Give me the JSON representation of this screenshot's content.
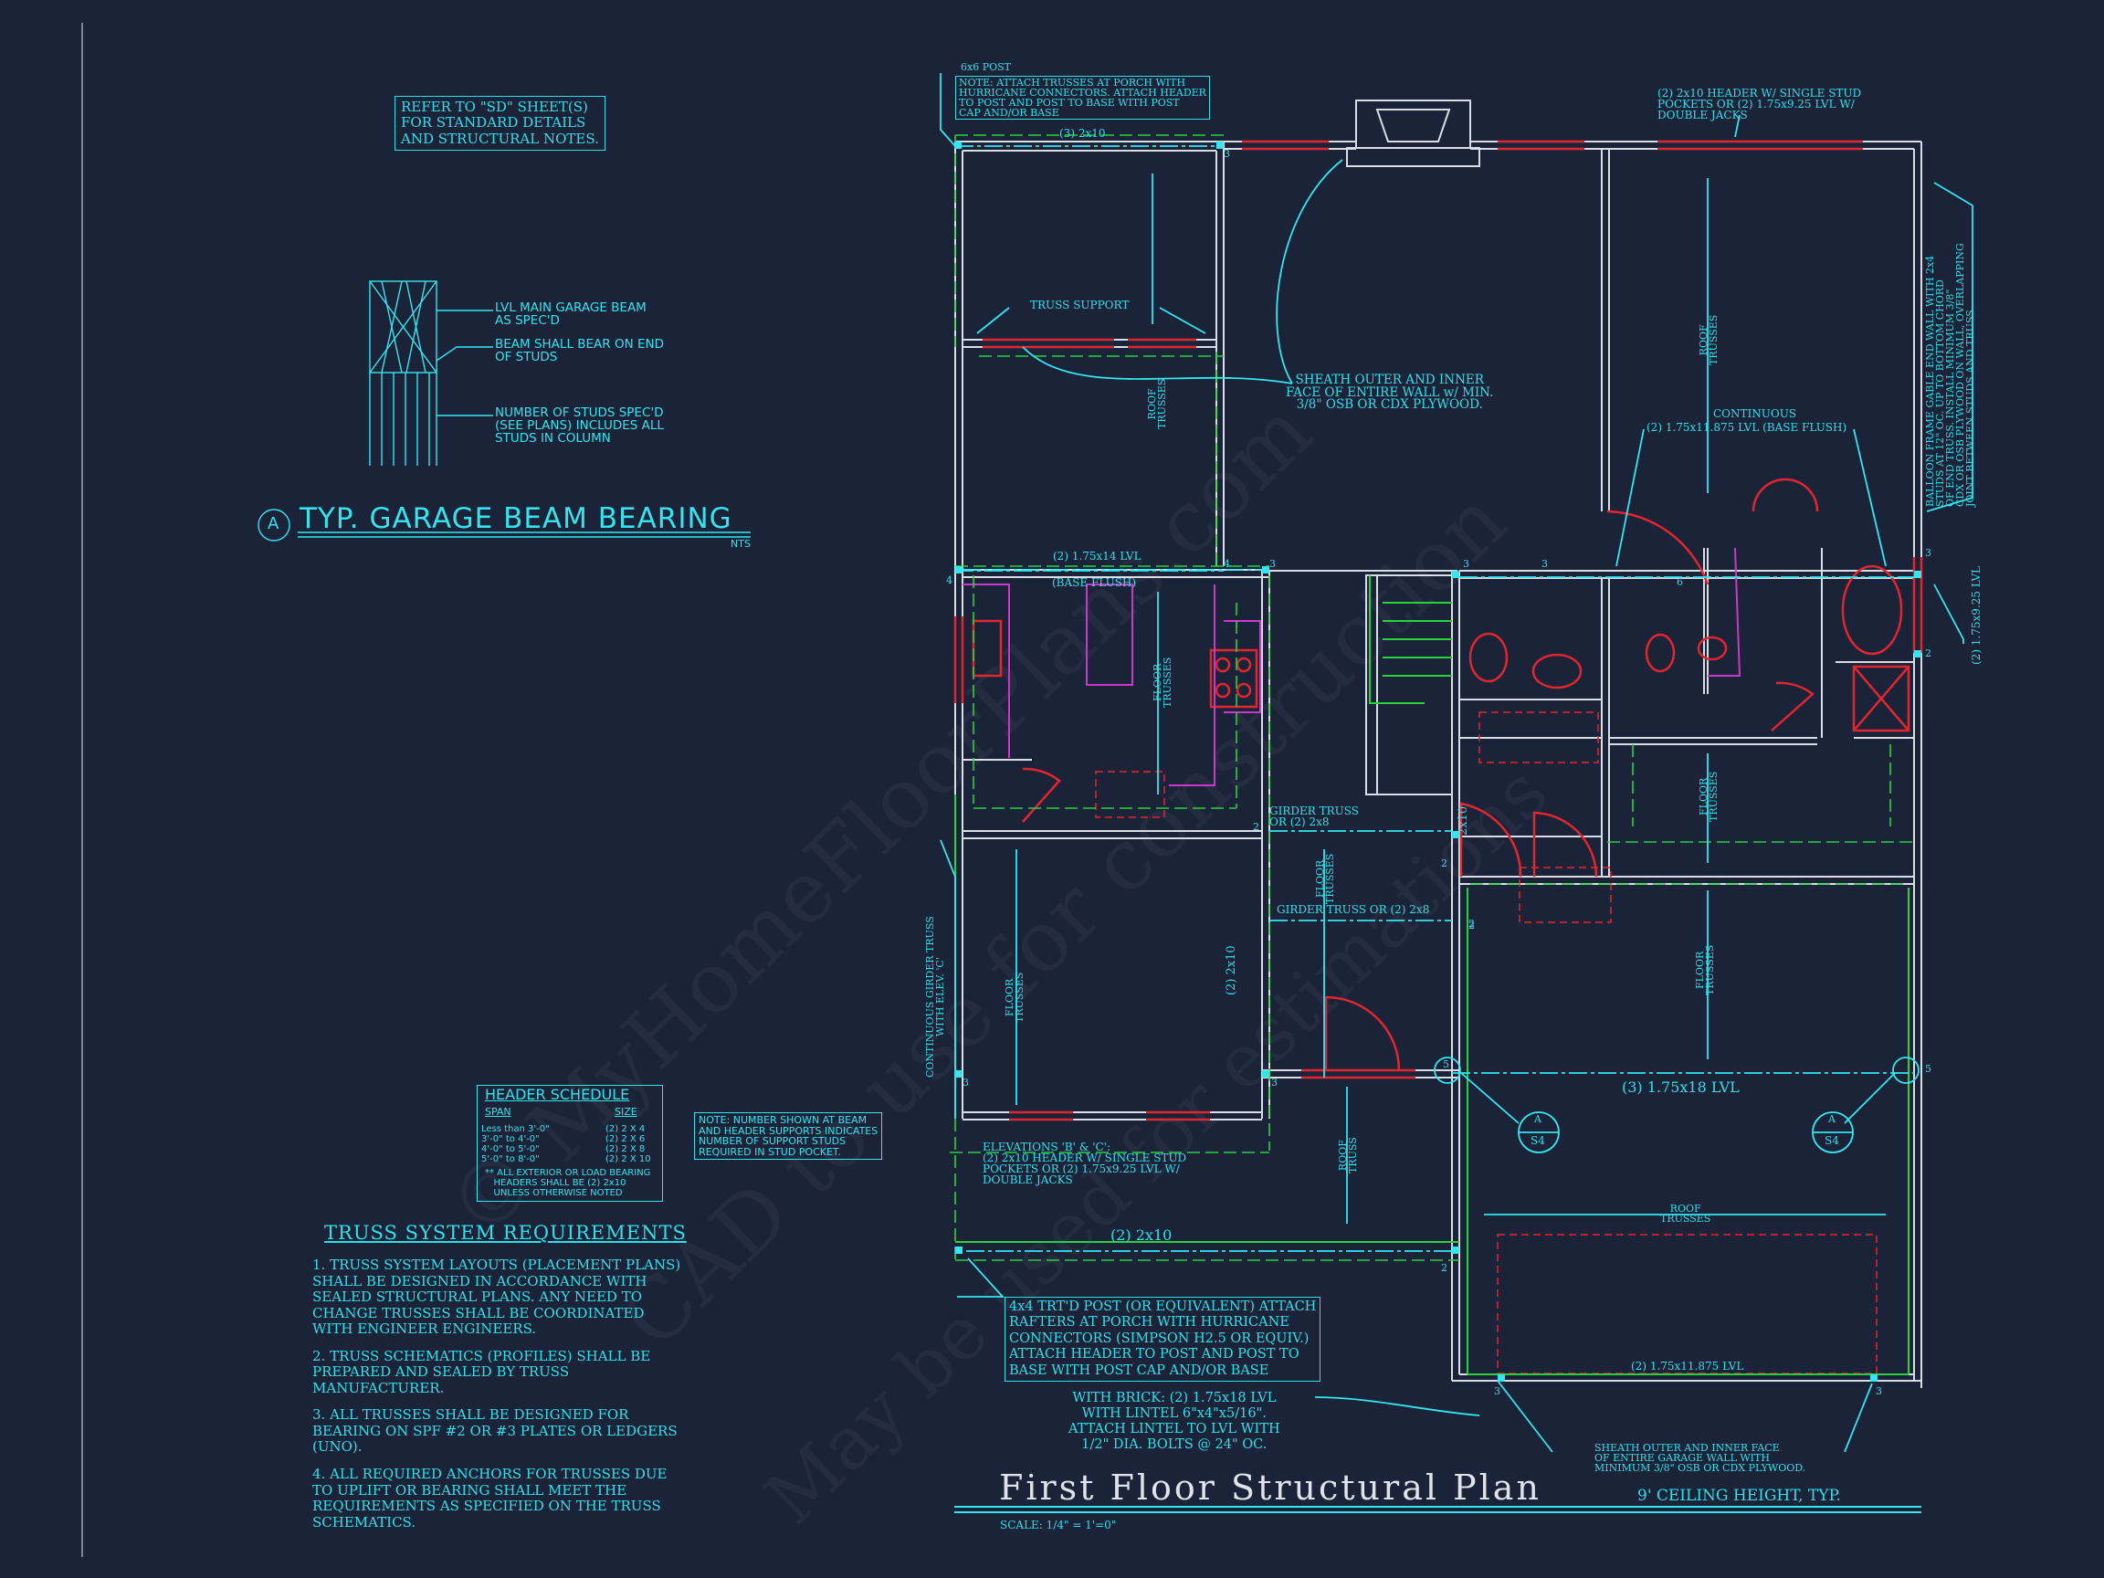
{
  "watermark": {
    "line1": "© MyHomeFloorPlans.com",
    "line2": "CAD to use for construction",
    "line3": "May be used for estimations"
  },
  "notes": {
    "refer_sd": "REFER TO \"SD\" SHEET(S)\nFOR STANDARD DETAILS\nAND STRUCTURAL NOTES."
  },
  "beam_detail": {
    "label_lvl": "LVL MAIN GARAGE BEAM\nAS SPEC'D",
    "label_bear": "BEAM SHALL BEAR ON END\nOF STUDS",
    "label_studs": "NUMBER OF STUDS SPEC'D\n(SEE PLANS) INCLUDES ALL\nSTUDS IN COLUMN",
    "marker": "A",
    "title": "TYP. GARAGE BEAM BEARING",
    "scale": "NTS"
  },
  "header_schedule": {
    "title": "HEADER SCHEDULE",
    "col_span": "SPAN",
    "col_size": "SIZE",
    "rows": [
      {
        "span": "Less than 3'-0\"",
        "size": "(2) 2 X 4"
      },
      {
        "span": "3'-0\" to 4'-0\"",
        "size": "(2) 2 X 6"
      },
      {
        "span": "4'-0\" to 5'-0\"",
        "size": "(2) 2 X 8"
      },
      {
        "span": "5'-0\" to 8'-0\"",
        "size": "(2) 2 X 10"
      }
    ],
    "footnote": "** ALL EXTERIOR OR LOAD BEARING\n   HEADERS SHALL BE (2) 2x10\n   UNLESS OTHERWISE NOTED"
  },
  "stud_note": "NOTE: NUMBER SHOWN AT BEAM\nAND HEADER SUPPORTS INDICATES\nNUMBER OF SUPPORT STUDS\nREQUIRED IN STUD POCKET.",
  "truss_requirements": {
    "title": "TRUSS SYSTEM REQUIREMENTS",
    "items": [
      "1. TRUSS SYSTEM LAYOUTS (PLACEMENT PLANS)\nSHALL BE DESIGNED IN ACCORDANCE WITH\nSEALED STRUCTURAL PLANS. ANY NEED TO\nCHANGE TRUSSES SHALL BE COORDINATED\nWITH ENGINEER ENGINEERS.",
      "2. TRUSS SCHEMATICS (PROFILES) SHALL BE\nPREPARED AND SEALED BY TRUSS\nMANUFACTURER.",
      "3. ALL TRUSSES SHALL BE DESIGNED FOR\nBEARING ON SPF #2 OR #3 PLATES OR LEDGERS\n(UNO).",
      "4. ALL REQUIRED ANCHORS FOR TRUSSES DUE\nTO UPLIFT OR BEARING SHALL MEET THE\nREQUIREMENTS AS SPECIFIED ON THE TRUSS\nSCHEMATICS."
    ]
  },
  "plan": {
    "title": "First Floor Structural Plan",
    "scale": "SCALE: 1/4\" = 1'=0\"",
    "ceiling": "9' CEILING HEIGHT, TYP."
  },
  "callouts": {
    "post_6x6": "6x6 POST",
    "porch_note": "NOTE: ATTACH TRUSSES AT PORCH WITH\nHURRICANE CONNECTORS. ATTACH HEADER\nTO POST AND POST TO BASE WITH POST\nCAP AND/OR BASE",
    "header_3_2x10": "(3) 2x10",
    "truss_support": "TRUSS SUPPORT",
    "sheath_top": "SHEATH OUTER AND INNER\nFACE OF ENTIRE WALL w/ MIN.\n3/8\" OSB OR CDX PLYWOOD.",
    "header_top_right": "(2) 2x10 HEADER W/ SINGLE STUD\nPOCKETS OR (2) 1.75x9.25 LVL W/\nDOUBLE JACKS",
    "balloon_frame": "BALLOON FRAME GABLE END WALL WITH 2x4\nSTUDS AT 12\" OC. UP TO BOTTOM CHORD\nOF END TRUSS. INSTALL MINIMUM 3/8\"\nCDX OR OSB PLYWOOD ON WALL, OVERLAPPING\nJOINT BETWEEN STUDS AND TRUSS.",
    "continuous": "CONTINUOUS",
    "lvl_base_flush_right": "(2) 1.75x11.875 LVL (BASE FLUSH)",
    "lvl_925_right": "(2) 1.75x9.25 LVL",
    "lvl_175x14": "(2) 1.75x14 LVL",
    "base_flush": "(BASE FLUSH)",
    "roof_trusses": "ROOF\nTRUSSES",
    "floor_trusses": "FLOOR\nTRUSSES",
    "roof_truss": "ROOF\nTRUSS",
    "girder_truss_2x8": "GIRDER TRUSS\nOR (2) 2x8",
    "girder_truss_or": "GIRDER TRUSS OR (2) 2x8",
    "header_2_2x10": "(2) 2x10",
    "header_2x10_short": "2x10",
    "continuous_girder": "CONTINUOUS GIRDER TRUSS\nWITH ELEV. 'C'",
    "elevations_bc": "ELEVATIONS 'B' & 'C':\n(2) 2x10 HEADER W/ SINGLE STUD\nPOCKETS OR (2) 1.75x9.25 LVL W/\nDOUBLE JACKS",
    "header_2_2x10_porch": "(2) 2x10",
    "lvl_3_175x18": "(3) 1.75x18 LVL",
    "lvl_2_175x11875": "(2) 1.75x11.875 LVL",
    "post_4x4": "4x4 TRT'D POST (OR EQUIVALENT) ATTACH\nRAFTERS AT PORCH WITH HURRICANE\nCONNECTORS (SIMPSON H2.5 OR EQUIV.)\nATTACH HEADER TO POST AND POST TO\nBASE WITH POST CAP AND/OR BASE",
    "with_brick": "WITH BRICK: (2) 1.75x18 LVL\nWITH LINTEL 6\"x4\"x5/16\".\nATTACH LINTEL TO LVL WITH\n1/2\" DIA. BOLTS @ 24\" OC.",
    "sheath_garage": "SHEATH OUTER AND INNER FACE\nOF ENTIRE GARAGE WALL WITH\nMINIMUM 3/8\" OSB OR CDX PLYWOOD.",
    "section_letter": "A",
    "section_sheet": "S4"
  },
  "stud_counts": [
    "3",
    "4",
    "3",
    "3",
    "3",
    "6",
    "2",
    "3",
    "2",
    "2",
    "3",
    "2",
    "2",
    "5",
    "5",
    "3",
    "3",
    "2",
    "3",
    "4"
  ]
}
